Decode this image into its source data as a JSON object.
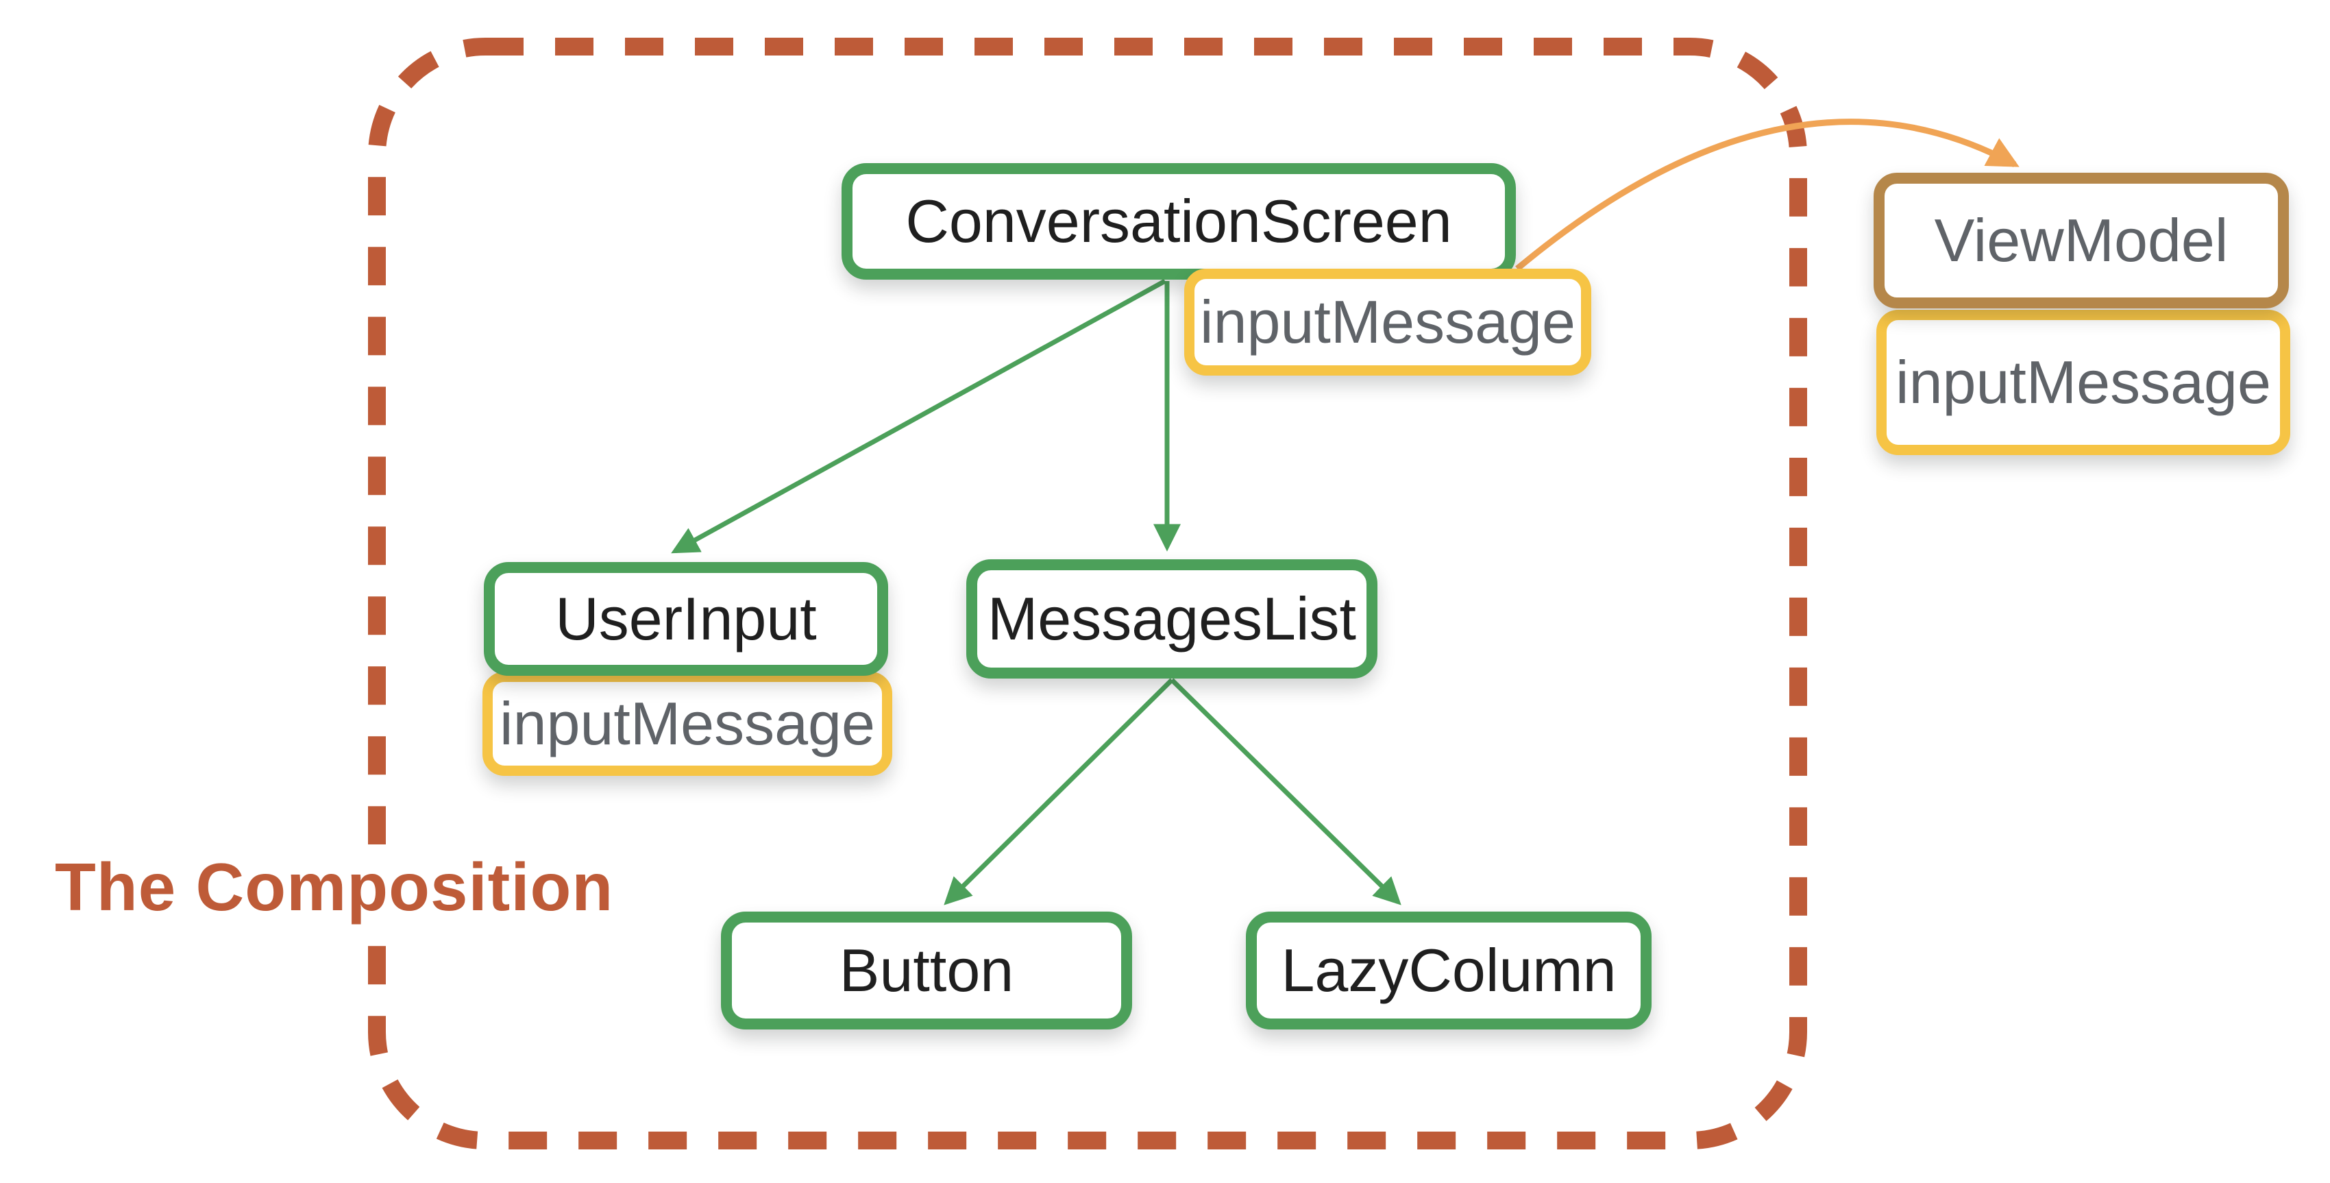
{
  "title": {
    "text": "The Composition"
  },
  "boundary": {
    "style": "dashed-rounded-rect",
    "meaning": "composition scope"
  },
  "nodes": {
    "conversation_screen": {
      "label": "ConversationScreen",
      "type": "composable"
    },
    "conversation_screen_state": {
      "label": "inputMessage",
      "type": "state"
    },
    "user_input": {
      "label": "UserInput",
      "type": "composable"
    },
    "user_input_state": {
      "label": "inputMessage",
      "type": "state"
    },
    "messages_list": {
      "label": "MessagesList",
      "type": "composable"
    },
    "button": {
      "label": "Button",
      "type": "composable"
    },
    "lazy_column": {
      "label": "LazyColumn",
      "type": "composable"
    },
    "view_model": {
      "label": "ViewModel",
      "type": "viewmodel"
    },
    "view_model_state": {
      "label": "inputMessage",
      "type": "state"
    }
  },
  "edges": [
    {
      "from": "ConversationScreen",
      "to": "UserInput",
      "type": "composition",
      "color_key": "arrow_green"
    },
    {
      "from": "ConversationScreen",
      "to": "MessagesList",
      "type": "composition",
      "color_key": "arrow_green"
    },
    {
      "from": "MessagesList",
      "to": "Button",
      "type": "composition",
      "color_key": "arrow_green"
    },
    {
      "from": "MessagesList",
      "to": "LazyColumn",
      "type": "composition",
      "color_key": "arrow_green"
    },
    {
      "from": "ConversationScreen",
      "to": "ViewModel",
      "type": "reference",
      "color_key": "arrow_orange"
    }
  ],
  "colors": {
    "composable_border": "#4CA05A",
    "state_border": "#F6C445",
    "viewmodel_border": "#B5874A",
    "arrow_green": "#4CA05A",
    "arrow_orange": "#F0A455",
    "boundary": "#BE5B38",
    "title": "#BE5B38",
    "label_dark": "#1F1F1F",
    "label_gray": "#5F6368",
    "background": "#FFFFFF"
  }
}
